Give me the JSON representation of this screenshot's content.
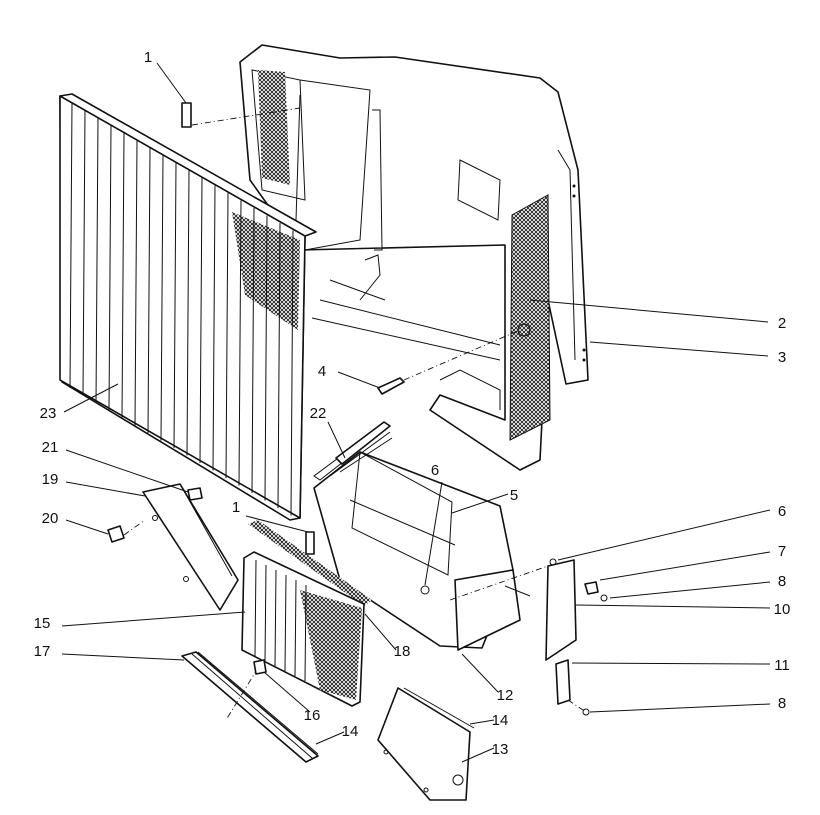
{
  "callouts": [
    "1",
    "2",
    "3",
    "4",
    "5",
    "6",
    "7",
    "8",
    "10",
    "11",
    "12",
    "13",
    "14",
    "15",
    "16",
    "17",
    "18",
    "19",
    "20",
    "21",
    "22",
    "23"
  ]
}
